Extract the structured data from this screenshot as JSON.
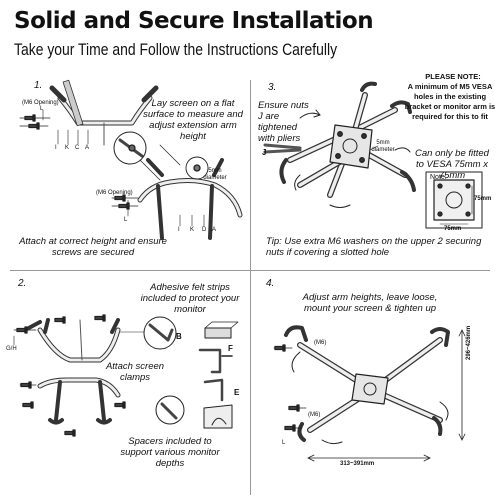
{
  "header": {
    "title": "Solid and Secure Installation",
    "subtitle": "Take your Time and Follow the Instructions Carefully"
  },
  "step1": {
    "number": "1.",
    "caption_top": "Lay screen on a flat surface to measure and adjust extension arm height",
    "caption_bottom": "Attach at correct height and ensure screws are secured",
    "m8_opening": "(M6 Opening)",
    "letters_top": [
      "L",
      "I",
      "K",
      "C",
      "A"
    ],
    "letters_bottom": [
      "L",
      "I",
      "K",
      "D",
      "A"
    ],
    "diameter": "5mm diameter"
  },
  "step3": {
    "number": "3.",
    "caption": "Ensure nuts J are tightened with pliers",
    "tip": "Tip: Use extra M6 washers on the upper 2 securing nuts if covering a slotted hole",
    "label_j": "J",
    "diameter": "5mm diameter",
    "please_note_title": "PLEASE NOTE:",
    "please_note_body": "A minimum of M5 VESA holes in the existing bracket or monitor arm is required for this to fit",
    "vesa_note": "Can only be fitted to VESA 75mm x 75mm",
    "note_label": "Note:",
    "dim_h": "75mm",
    "dim_v": "75mm"
  },
  "step2": {
    "number": "2.",
    "caption_felt": "Adhesive felt strips included to protect your monitor",
    "caption_clamps": "Attach screen clamps",
    "caption_spacers": "Spacers included to support various monitor depths",
    "label_gh": "G/H",
    "label_b": "B",
    "label_f": "F",
    "label_e": "E"
  },
  "step4": {
    "number": "4.",
    "caption": "Adjust arm heights, leave loose, mount your screen & tighten up",
    "label_m6a": "(M6)",
    "label_m6b": "(M6)",
    "label_l": "L",
    "dim_height": "296~426mm",
    "dim_width": "313~391mm"
  },
  "colors": {
    "line": "#222222",
    "divider": "#999999"
  }
}
